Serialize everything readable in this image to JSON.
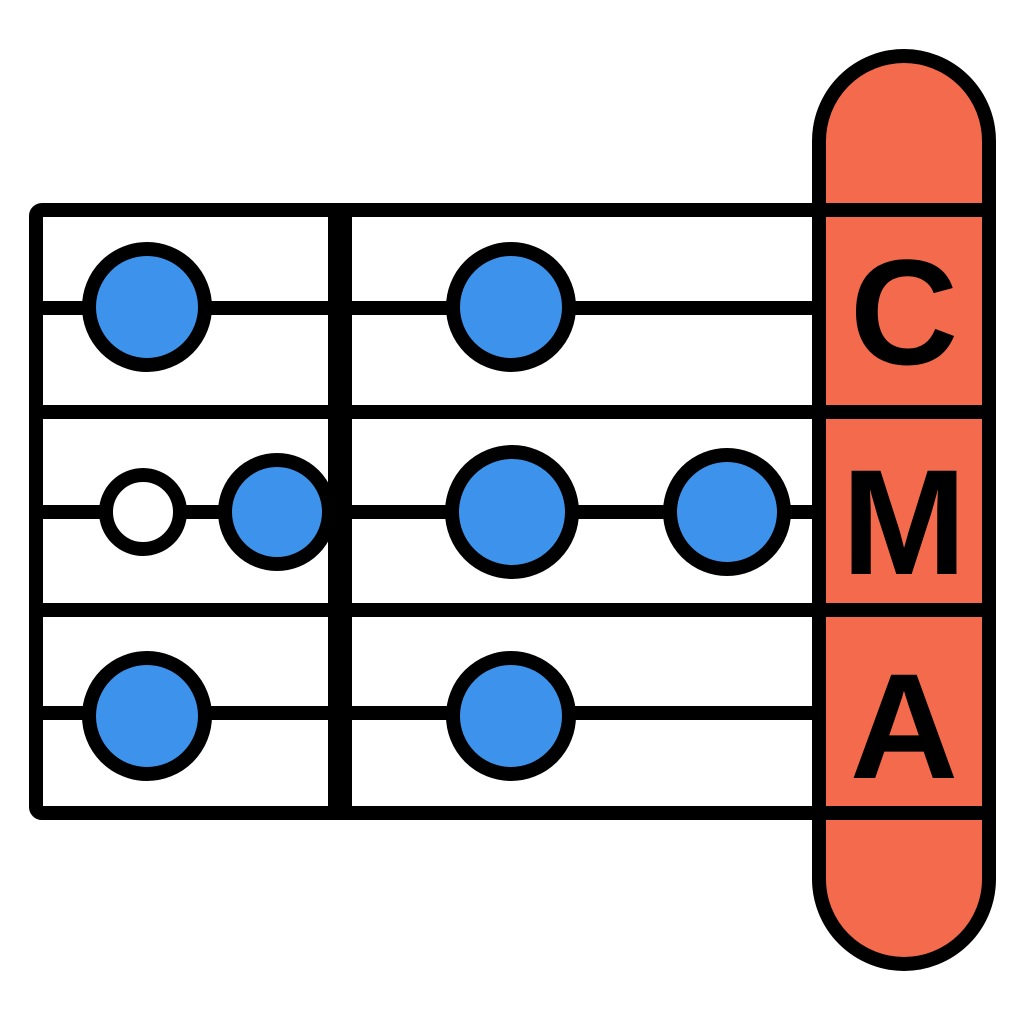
{
  "logo": {
    "letters": [
      "C",
      "M",
      "A"
    ],
    "colors": {
      "dot_fill": "#3D93EB",
      "badge_fill": "#F36A4D",
      "outline": "#000000",
      "background": "#FFFFFF",
      "hollow_dot_fill": "#FFFFFF"
    },
    "grid": {
      "rows": 3,
      "columns": 2
    },
    "dots": [
      {
        "row": 1,
        "style": "filled"
      },
      {
        "row": 1,
        "style": "filled"
      },
      {
        "row": 2,
        "style": "hollow"
      },
      {
        "row": 2,
        "style": "filled"
      },
      {
        "row": 2,
        "style": "filled"
      },
      {
        "row": 2,
        "style": "filled"
      },
      {
        "row": 3,
        "style": "filled"
      },
      {
        "row": 3,
        "style": "filled"
      }
    ]
  }
}
